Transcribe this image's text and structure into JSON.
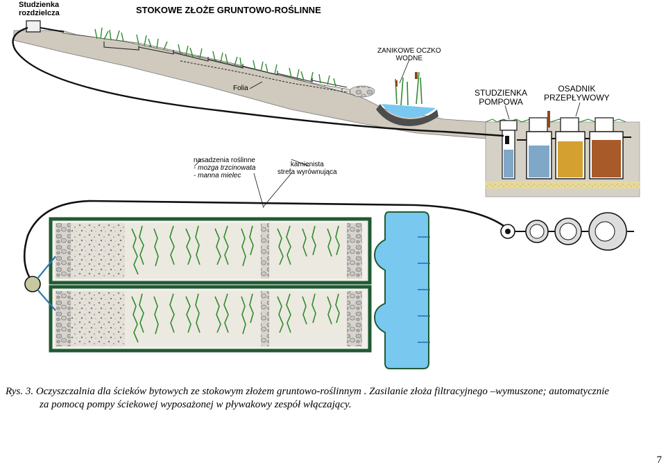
{
  "labels": {
    "distribution_well": [
      "Studzienka",
      "rozdzielcza"
    ],
    "bed_title": "STOKOWE ZŁOŻE GRUNTOWO-ROŚLINNE",
    "pond": [
      "ZANIKOWE OCZKO",
      "WODNE"
    ],
    "foil": "Folia",
    "pump_well": [
      "STUDZIENKA",
      "POMPOWA"
    ],
    "settler": [
      "OSADNIK",
      "PRZEPŁYWOWY"
    ],
    "plantings": {
      "title": "nasadzenia roślinne",
      "items": [
        "- mozga trzcinowata",
        "- manna mielec"
      ]
    },
    "stone_zone": [
      "kamienista",
      "strefa wyrównująca"
    ]
  },
  "caption": {
    "line1": "Rys. 3.  Oczyszczalnia dla ścieków bytowych ze stokowym  złożem gruntowo-roślinnym . Zasilanie złoża filtracyjnego –wymuszone; automatycznie",
    "line2": "za pomocą pompy ściekowej wyposażonej w pływakowy zespół włączający."
  },
  "page_number": "7",
  "colors": {
    "water": "#78c8f0",
    "plants": "#2e8b2e",
    "bed_frame": "#1f5a33",
    "soil": "#cfc9be",
    "pipe": "#111111",
    "tank_sewage_1": "#7fa8c8",
    "tank_sewage_2": "#d4a030",
    "tank_sewage_3": "#a85a28"
  }
}
